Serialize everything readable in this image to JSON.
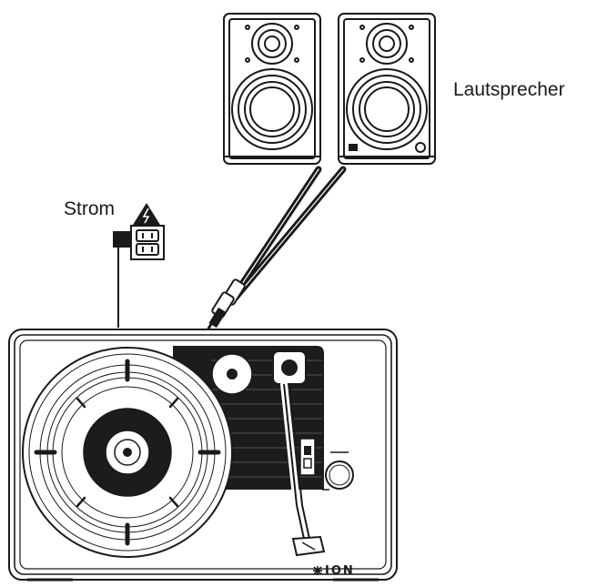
{
  "labels": {
    "speakers": "Lautsprecher",
    "power": "Strom"
  },
  "brand": "ION",
  "icons": {
    "warning": "warning-triangle-icon",
    "outlet": "wall-outlet-icon",
    "logo": "ion-logo-icon"
  },
  "colors": {
    "line": "#1a1a1a",
    "fill_dark": "#1c1c1c",
    "background": "#ffffff"
  }
}
